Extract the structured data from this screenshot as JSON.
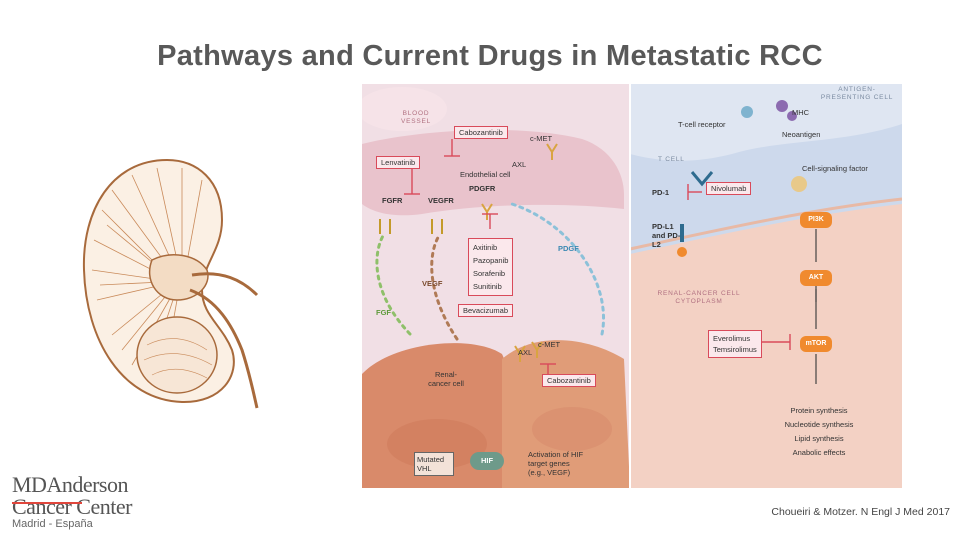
{
  "title": "Pathways and Current Drugs in Metastatic RCC",
  "citation": "Choueiri & Motzer. N Engl J Med 2017",
  "logo": {
    "line1": "MDAnderson",
    "line2": "Cancer Center",
    "line3": "Madrid - España"
  },
  "figure": {
    "regions": {
      "blood_vessel": "BLOOD VESSEL",
      "antigen_presenting_cell": "ANTIGEN-PRESENTING CELL",
      "t_cell": "T CELL",
      "renal_cytoplasm": "RENAL-CANCER CELL CYTOPLASM"
    },
    "left_panel": {
      "cabozantinib_top": "Cabozantinib",
      "cmet_top": "c-MET",
      "axl_top": "AXL",
      "lenvatinib": "Lenvatinib",
      "endothelial_cell": "Endothelial cell",
      "pdgfr": "PDGFR",
      "fgfr": "FGFR",
      "vegfr": "VEGFR",
      "tki_list": [
        "Axitinib",
        "Pazopanib",
        "Sorafenib",
        "Sunitinib"
      ],
      "pdgf": "PDGF",
      "vegf": "VEGF",
      "fgf": "FGF",
      "bevacizumab": "Bevacizumab",
      "cmet_bottom": "c-MET",
      "axl_bottom": "AXL",
      "renal_cancer_cell": "Renal-cancer cell",
      "cabozantinib_bottom": "Cabozantinib",
      "mutated_vhl": "Mutated VHL",
      "hif": "HIF",
      "hif_activation": "Activation of HIF target genes (e.g., VEGF)"
    },
    "right_panel": {
      "mhc": "MHC",
      "t_cell_receptor": "T-cell receptor",
      "neoantigen": "Neoantigen",
      "pd1": "PD-1",
      "nivolumab": "Nivolumab",
      "pdl1_pdl2": "PD-L1 and PD-L2",
      "cell_signaling_factor": "Cell-signaling factor",
      "pi3k": "PI3K",
      "akt": "AKT",
      "mtor": "mTOR",
      "mtor_inhibitors": [
        "Everolimus",
        "Temsirolimus"
      ],
      "outcomes": [
        "Protein synthesis",
        "Nucleotide synthesis",
        "Lipid synthesis",
        "Anabolic effects"
      ]
    }
  },
  "colors": {
    "title": "#595959",
    "drug_border": "#d94a5a",
    "kinase": "#f08a2e",
    "logo_accent": "#e0463c"
  }
}
